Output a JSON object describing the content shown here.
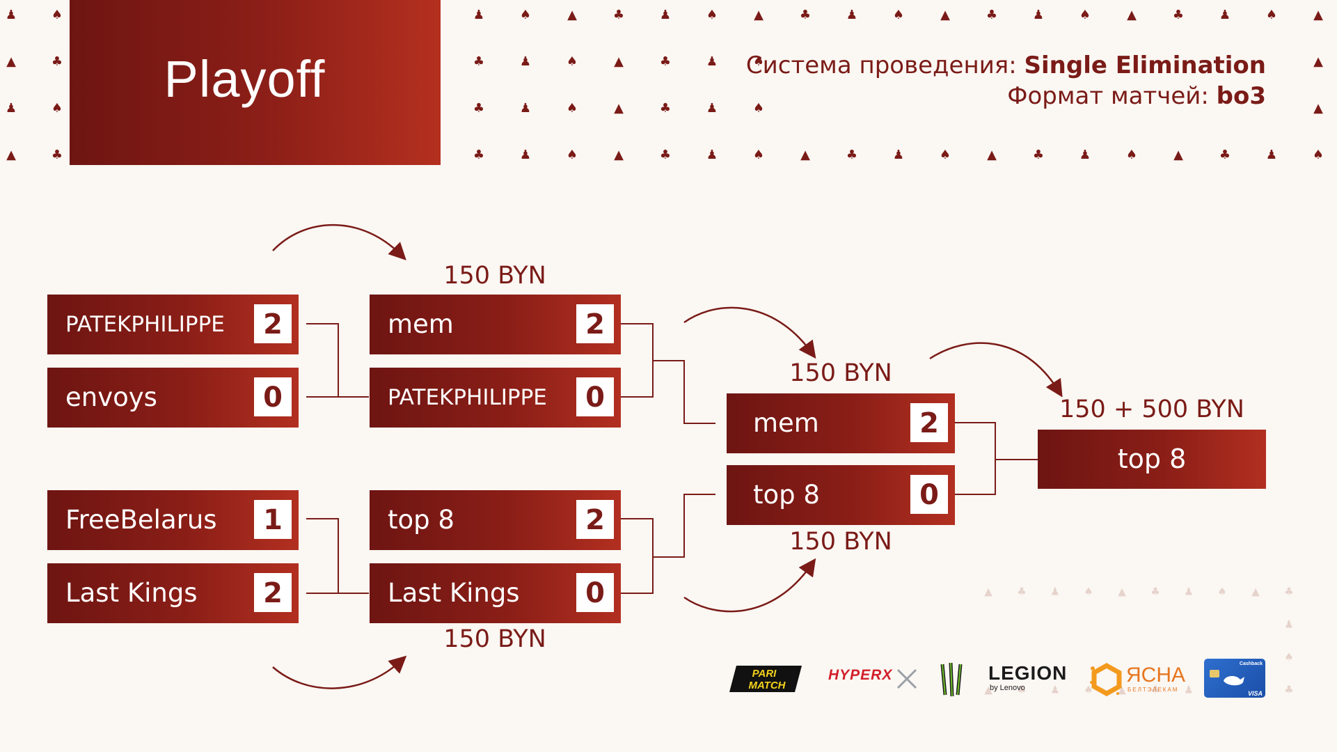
{
  "header": {
    "title": "Playoff",
    "format_label": "Система проведения:",
    "format_value": "Single Elimination",
    "match_label": "Формат матчей:",
    "match_value": "bo3"
  },
  "colors": {
    "accent": "#7a1b17",
    "gradient_start": "#6e1512",
    "gradient_end": "#b22f20",
    "background": "#fbf7f3"
  },
  "bracket": {
    "round1": [
      {
        "team1": {
          "name": "PATEKPHILIPPE",
          "score": "2"
        },
        "team2": {
          "name": "envoys",
          "score": "0"
        }
      },
      {
        "team1": {
          "name": "FreeBelarus",
          "score": "1"
        },
        "team2": {
          "name": "Last Kings",
          "score": "2"
        }
      }
    ],
    "round2": [
      {
        "prize": "150 BYN",
        "team1": {
          "name": "mem",
          "score": "2"
        },
        "team2": {
          "name": "PATEKPHILIPPE",
          "score": "0"
        }
      },
      {
        "prize": "150 BYN",
        "team1": {
          "name": "top 8",
          "score": "2"
        },
        "team2": {
          "name": "Last Kings",
          "score": "0"
        }
      }
    ],
    "final": {
      "prize_top": "150 BYN",
      "prize_bottom": "150 BYN",
      "team1": {
        "name": "mem",
        "score": "2"
      },
      "team2": {
        "name": "top 8",
        "score": "0"
      }
    },
    "champion": {
      "prize": "150 + 500 BYN",
      "name": "top 8"
    }
  },
  "sponsors": {
    "parimatch": {
      "line1": "PARI",
      "line2": "MATCH"
    },
    "hyperx": "HYPERX",
    "monster": "monster-energy-logo",
    "legion": {
      "name": "LEGION",
      "sub": "by Lenovo"
    },
    "yasna": {
      "name": "ЯСНА",
      "sub": "БЕЛТЭЛЕКАМ"
    },
    "card": {
      "brand": "Cashback",
      "network": "VISA"
    }
  },
  "icons": [
    "mask-icon",
    "fist-icon",
    "bird-icon",
    "anvil-icon"
  ]
}
